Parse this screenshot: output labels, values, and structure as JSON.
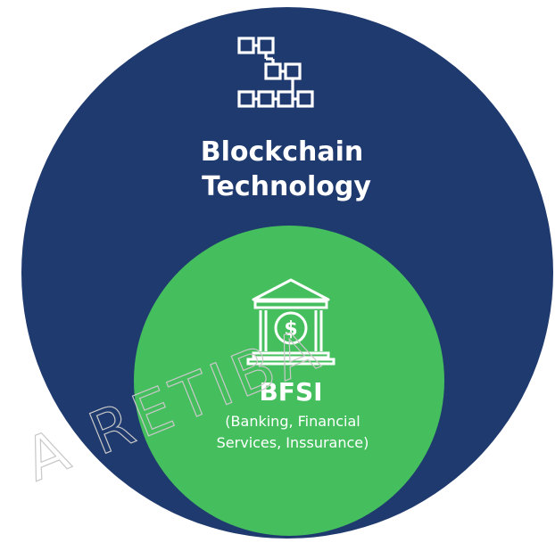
{
  "outer": {
    "title_line1": "Blockchain",
    "title_line2": "Technology",
    "color": "#1f3a6e",
    "icon": "blockchain-blocks-icon"
  },
  "inner": {
    "title": "BFSI",
    "subtitle_line1": "(Banking, Financial",
    "subtitle_line2": "Services, Inssurance)",
    "color": "#45bf5e",
    "icon": "bank-dollar-icon"
  },
  "watermark": "A RETIBA"
}
